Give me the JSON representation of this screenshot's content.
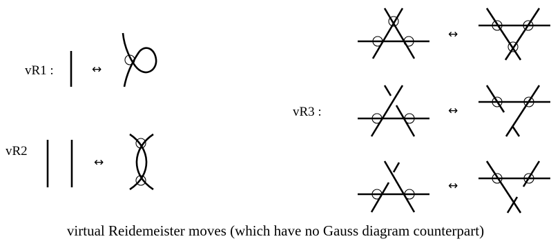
{
  "labels": {
    "vr1": "vR1 :",
    "vr2": "vR2",
    "vr3": "vR3 :"
  },
  "arrow": "↔",
  "caption": "virtual Reidemeister moves (which have no Gauss diagram counterpart)"
}
